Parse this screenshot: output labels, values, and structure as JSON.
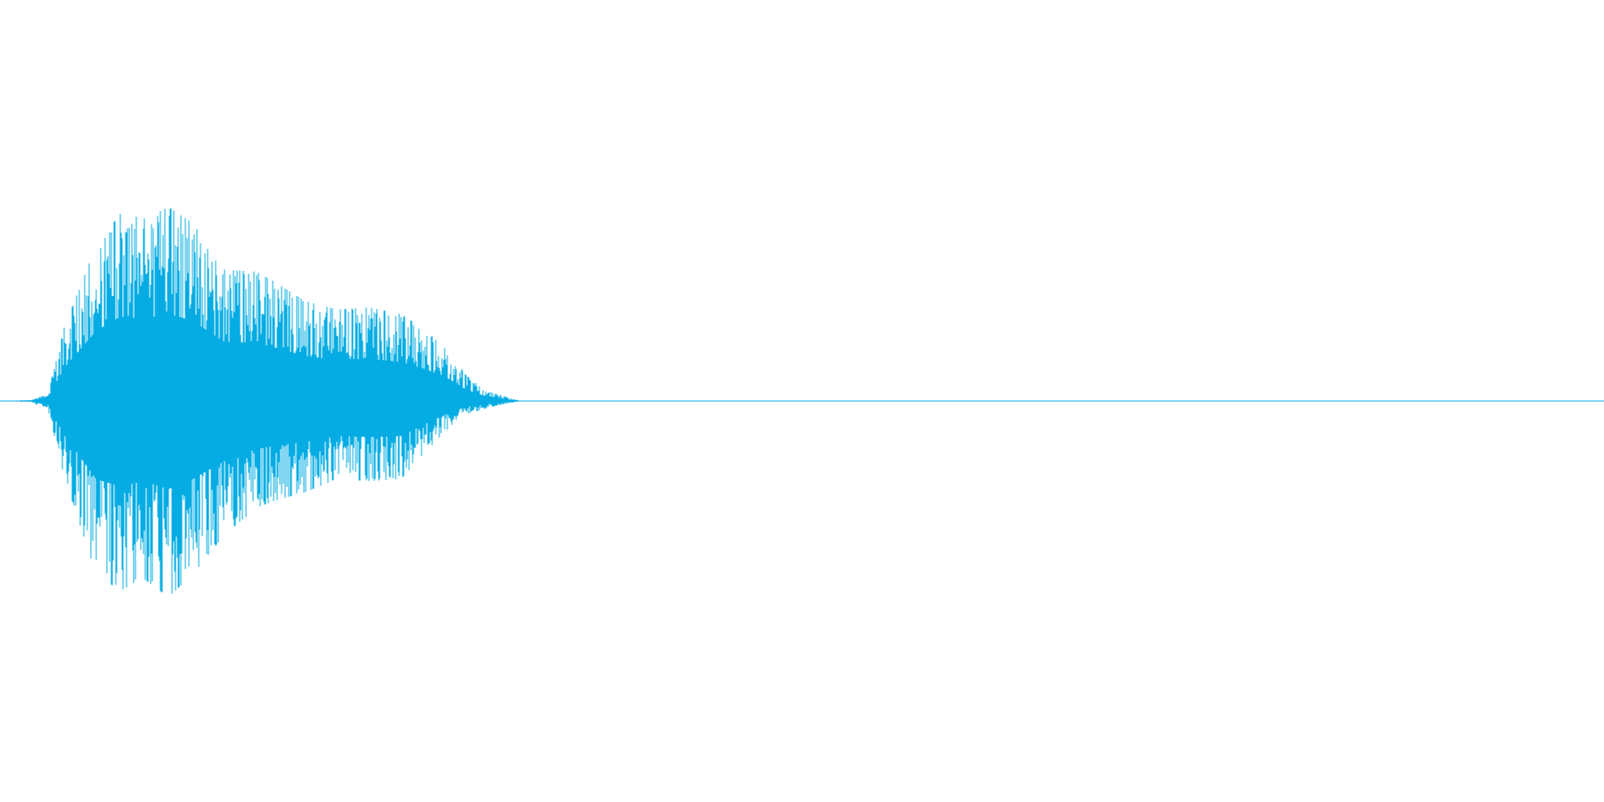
{
  "chart_data": {
    "type": "line",
    "title": "",
    "xlabel": "",
    "ylabel": "",
    "ylim": [
      -1,
      1
    ],
    "grid": false,
    "legend": "none",
    "duration_fraction_active": 0.33,
    "color": "#04acE3",
    "envelope": {
      "t": [
        0.0,
        0.02,
        0.03,
        0.04,
        0.06,
        0.075,
        0.09,
        0.105,
        0.12,
        0.14,
        0.16,
        0.17,
        0.19,
        0.21,
        0.23,
        0.25,
        0.265,
        0.28,
        0.29,
        0.3,
        0.31,
        0.325,
        0.36,
        1.0
      ],
      "pos": [
        0.0,
        0.005,
        0.04,
        0.33,
        0.7,
        0.84,
        0.82,
        0.87,
        0.8,
        0.59,
        0.58,
        0.54,
        0.45,
        0.41,
        0.42,
        0.39,
        0.32,
        0.22,
        0.12,
        0.06,
        0.03,
        0.0,
        0.0,
        0.0
      ],
      "neg": [
        0.0,
        0.005,
        0.04,
        0.34,
        0.78,
        0.85,
        0.8,
        0.88,
        0.78,
        0.6,
        0.48,
        0.45,
        0.41,
        0.35,
        0.36,
        0.35,
        0.23,
        0.12,
        0.06,
        0.04,
        0.02,
        0.0,
        0.0,
        0.0
      ]
    }
  }
}
